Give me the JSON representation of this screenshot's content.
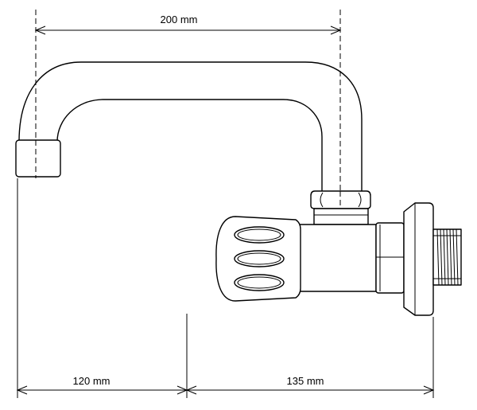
{
  "dimensions": {
    "top": "200 mm",
    "bottom_left": "120 mm",
    "bottom_right": "135 mm"
  },
  "colors": {
    "line": "#000000",
    "background": "#ffffff"
  }
}
